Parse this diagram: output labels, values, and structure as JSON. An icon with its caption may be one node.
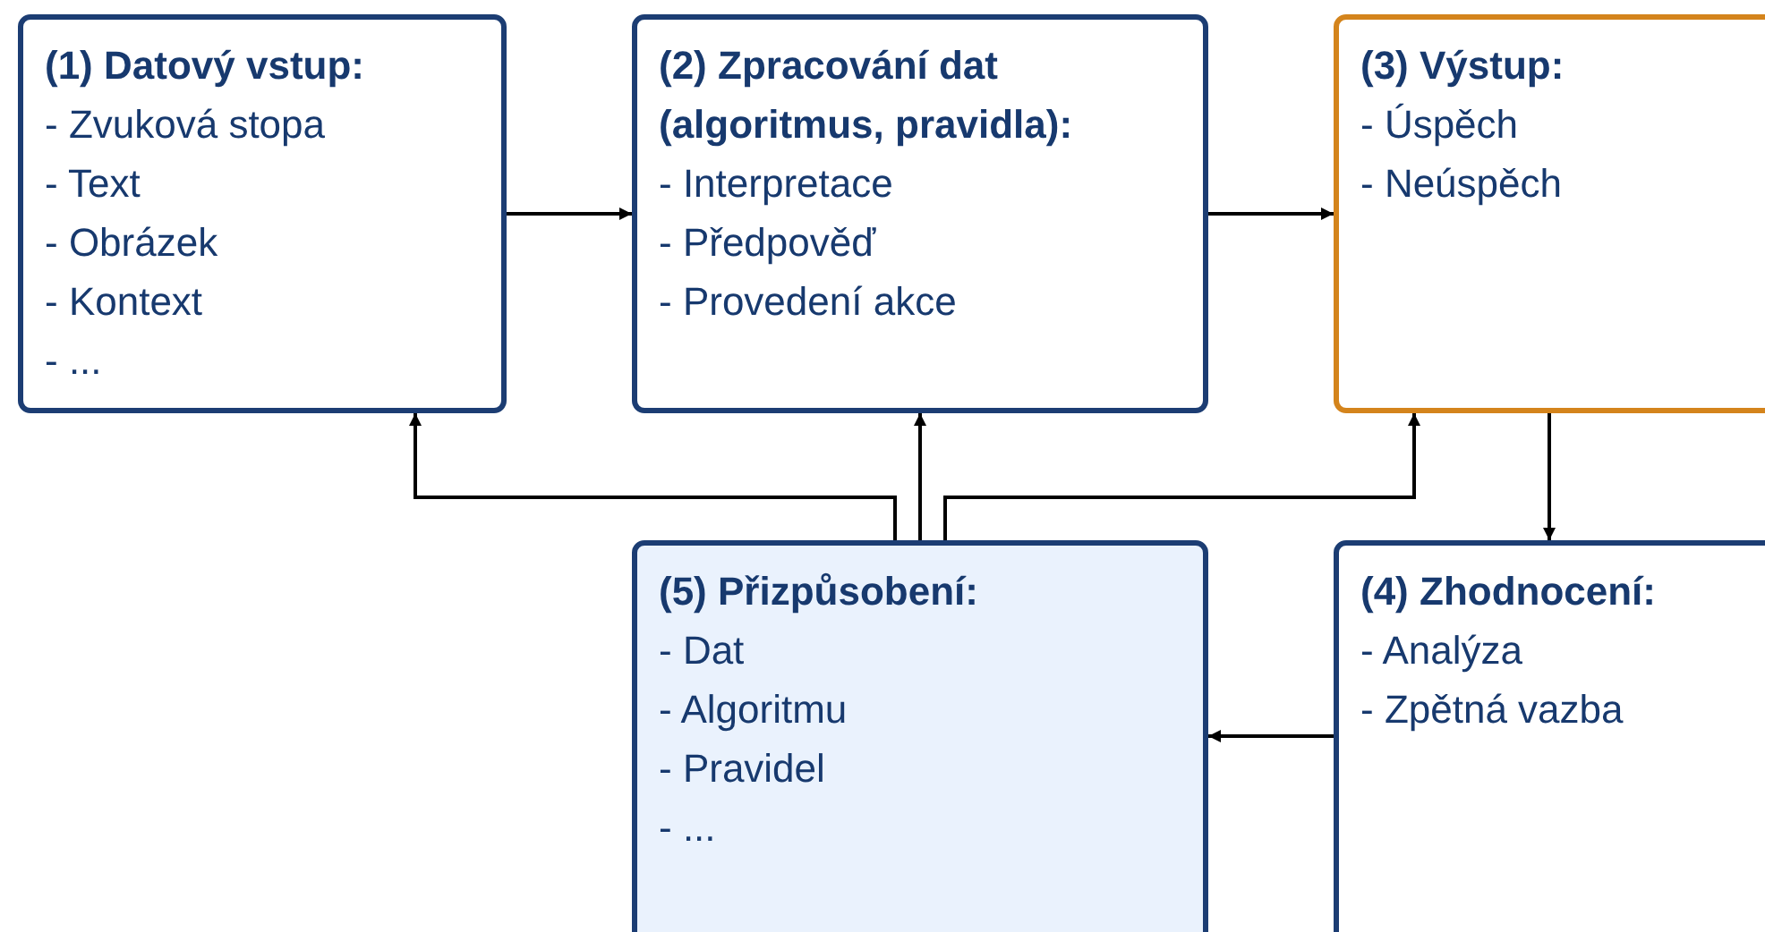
{
  "diagram": {
    "nodes": [
      {
        "text": [
          "(1) Datový vstup:",
          "- Zvuková stopa",
          "- Text",
          "- Obrázek",
          "- Kontext",
          "- ..."
        ]
      },
      {
        "text": [
          "(2) Zpracování dat (algoritmus, pravidla):",
          "- Interpretace",
          "- Předpověď",
          "- Provedení akce"
        ]
      },
      {
        "text": [
          "(3) Výstup:",
          "- Úspěch",
          "- Neúspěch"
        ]
      },
      {
        "text": [
          "(5) Přizpůsobení:",
          "- Dat",
          "- Algoritmu",
          "- Pravidel",
          "- ..."
        ]
      },
      {
        "text": [
          "(4) Zhodnocení:",
          "- Analýza",
          "- Zpětná vazba"
        ]
      }
    ],
    "edges": [
      {
        "from": 0,
        "to": 1,
        "arrow": "to"
      },
      {
        "from": 1,
        "to": 2,
        "arrow": "to"
      },
      {
        "from": 2,
        "to": 4,
        "arrow": "to"
      },
      {
        "from": 4,
        "to": 3,
        "arrow": "to"
      },
      {
        "from": 3,
        "to": 0,
        "arrow": "to"
      },
      {
        "from": 3,
        "to": 1,
        "arrow": "to"
      },
      {
        "from": 3,
        "to": 2,
        "arrow": "to"
      }
    ]
  }
}
